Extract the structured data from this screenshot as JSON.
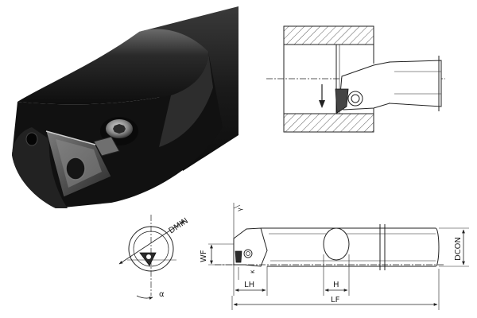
{
  "labels": {
    "dmin": "DMIN",
    "wf": "WF",
    "lh": "LH",
    "h": "H",
    "lf": "LF",
    "dcon": "DCON",
    "alpha": "α",
    "gamma": "γ",
    "kappa": "κ"
  },
  "colors": {
    "tool_body": "#1b1b1b",
    "tool_highlight": "#5e5e5e",
    "insert": "#3a3a3a",
    "line": "#222222",
    "hatch": "#333333"
  },
  "icons": {
    "cut_direction": "arrow-down-icon"
  }
}
